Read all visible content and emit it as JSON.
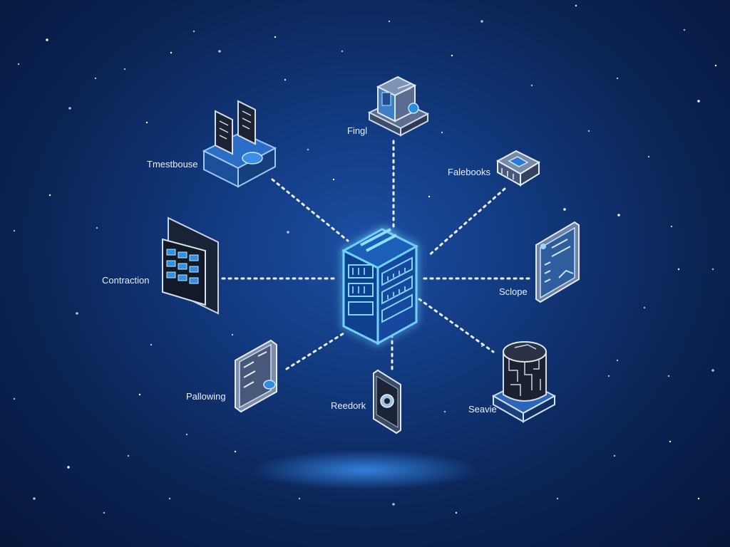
{
  "diagram": {
    "hub": {
      "name": "central-server"
    },
    "nodes": [
      {
        "id": "top",
        "label": "Fingl",
        "icon": "server-box-icon"
      },
      {
        "id": "top-left",
        "label": "Tmestbouse",
        "icon": "document-stack-icon"
      },
      {
        "id": "top-right",
        "label": "Falebooks",
        "icon": "chip-box-icon"
      },
      {
        "id": "left",
        "label": "Contraction",
        "icon": "building-panel-icon"
      },
      {
        "id": "right",
        "label": "Sclope",
        "icon": "document-panel-icon"
      },
      {
        "id": "bottom-left",
        "label": "Pallowing",
        "icon": "file-card-icon"
      },
      {
        "id": "bottom",
        "label": "Reedork",
        "icon": "tablet-icon"
      },
      {
        "id": "bottom-right",
        "label": "Seavie",
        "icon": "circuit-cylinder-icon"
      }
    ]
  },
  "colors": {
    "background": "#0b2557",
    "hub_glow": "#4fb4ff",
    "connector": "#ffffff",
    "label": "#e8eefc"
  }
}
